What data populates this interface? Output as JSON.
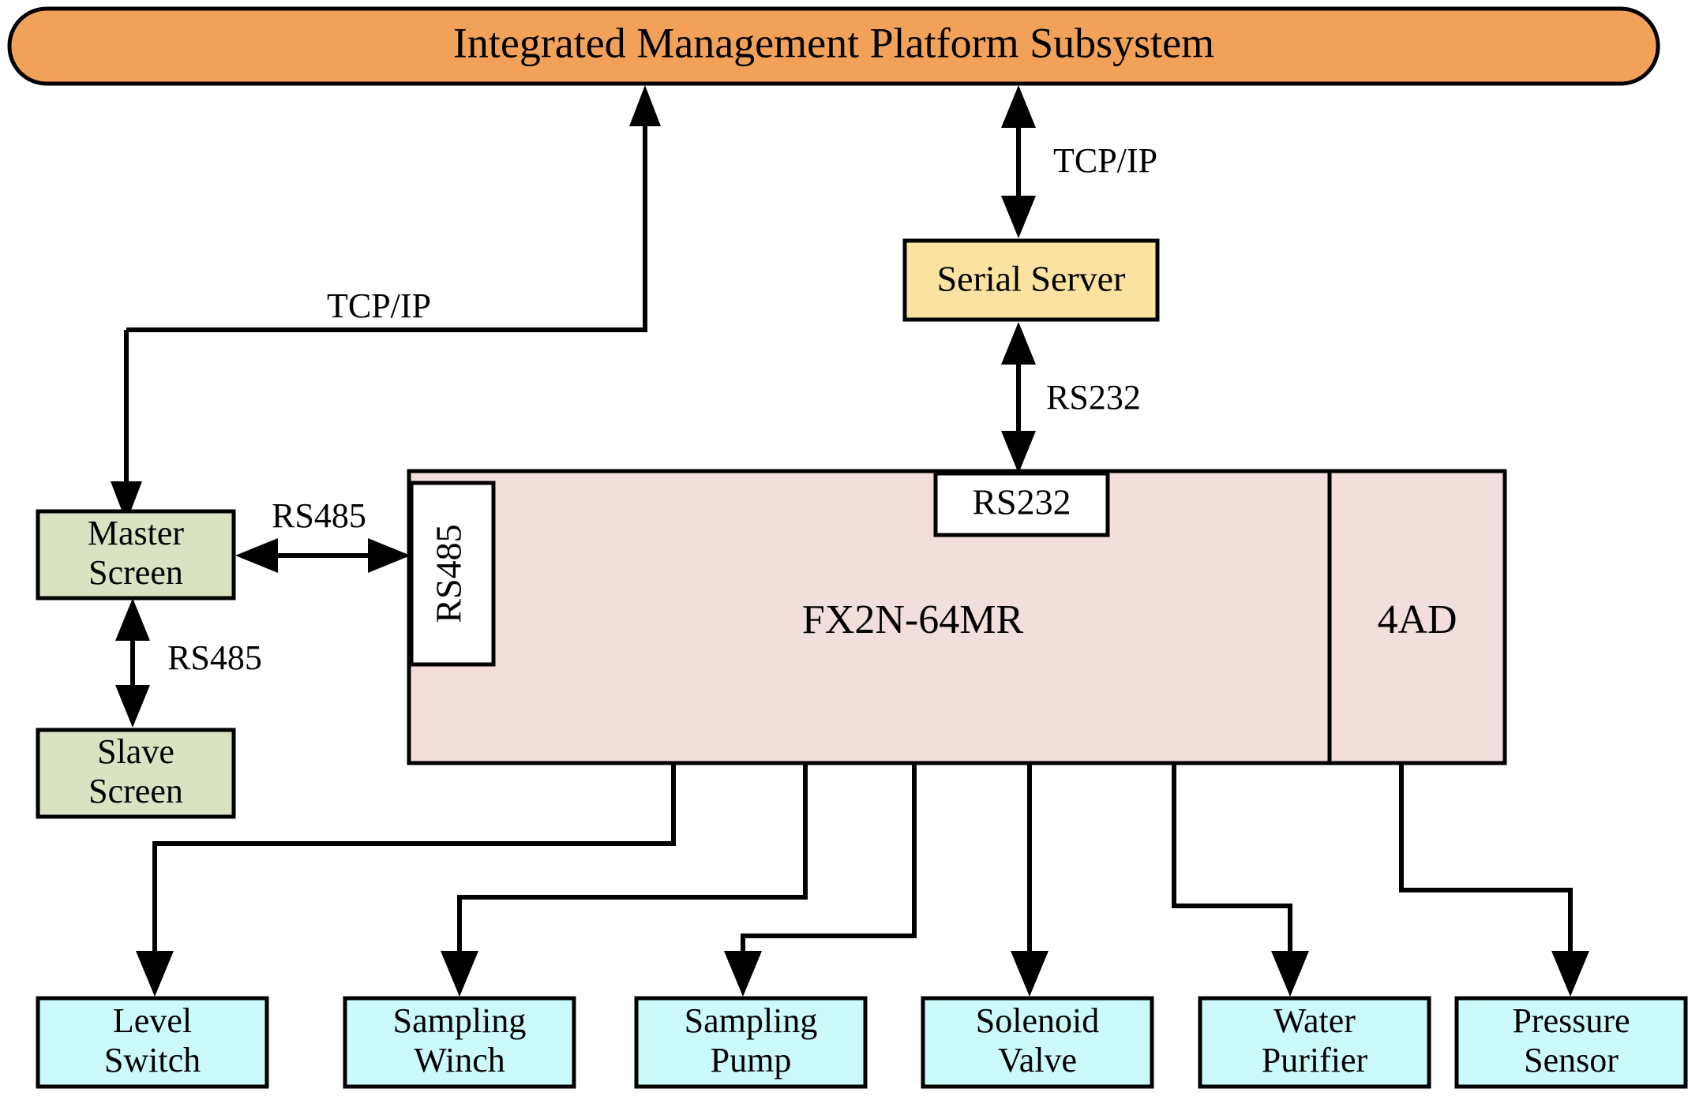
{
  "diagram": {
    "title_node": {
      "label": "Integrated Management Platform Subsystem",
      "fill": "#F2A159",
      "shape": "rounded-capsule"
    },
    "serial_server": {
      "label": "Serial Server",
      "fill": "#FAE3A0"
    },
    "plc": {
      "label": "FX2N-64MR",
      "fill": "#F2DFDC",
      "ports": {
        "rs485": "RS485",
        "rs232": "RS232"
      },
      "module": "4AD"
    },
    "screens": [
      {
        "label_line1": "Master",
        "label_line2": "Screen",
        "fill": "#D9E3C2"
      },
      {
        "label_line1": "Slave",
        "label_line2": "Screen",
        "fill": "#D9E3C2"
      }
    ],
    "devices": [
      {
        "label_line1": "Level",
        "label_line2": "Switch",
        "fill": "#CCFAFA"
      },
      {
        "label_line1": "Sampling",
        "label_line2": "Winch",
        "fill": "#CCFAFA"
      },
      {
        "label_line1": "Sampling",
        "label_line2": "Pump",
        "fill": "#CCFAFA"
      },
      {
        "label_line1": "Solenoid",
        "label_line2": "Valve",
        "fill": "#CCFAFA"
      },
      {
        "label_line1": "Water",
        "label_line2": "Purifier",
        "fill": "#CCFAFA"
      },
      {
        "label_line1": "Pressure",
        "label_line2": "Sensor",
        "fill": "#CCFAFA"
      }
    ],
    "edge_labels": {
      "tcpip_right": "TCP/IP",
      "tcpip_left": "TCP/IP",
      "rs232": "RS232",
      "rs485_master_plc": "RS485",
      "rs485_master_slave": "RS485"
    }
  }
}
